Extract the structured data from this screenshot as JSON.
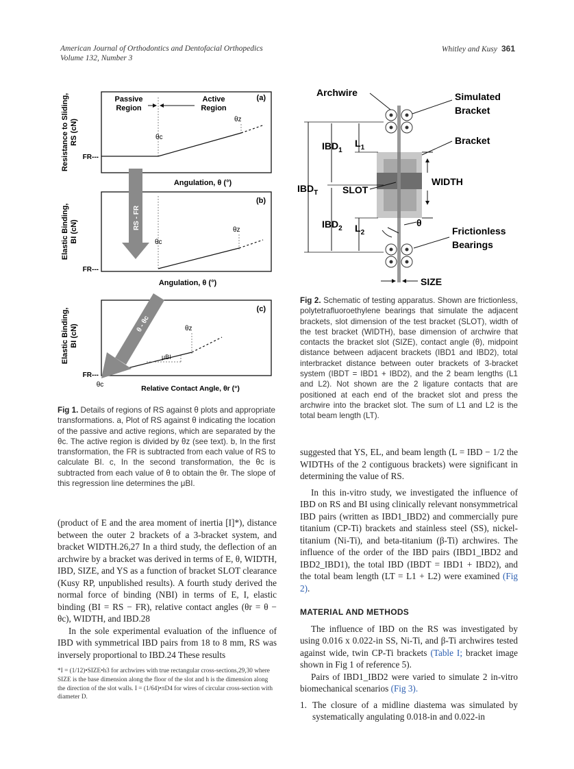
{
  "header": {
    "journal": "American Journal of Orthodontics and Dentofacial Orthopedics",
    "volume": "Volume 132, Number 3",
    "authors": "Whitley and Kusy",
    "page": "361"
  },
  "fig1": {
    "panel_a": {
      "ylabel": "Resistance to Sliding, RS (cN)",
      "passive": "Passive Region",
      "active": "Active Region",
      "tag": "(a)",
      "theta_c": "θc",
      "theta_z": "θz",
      "fr": "FR",
      "xlabel": "Angulation, θ (°)"
    },
    "panel_b": {
      "ylabel": "Elastic Binding, BI (cN)",
      "tag": "(b)",
      "theta_c": "θc",
      "theta_z": "θz",
      "fr": "FR",
      "xlabel": "Angulation, θ (°)",
      "arrow": "RS - FR"
    },
    "panel_c": {
      "ylabel": "Elastic Binding, BI (cN)",
      "tag": "(c)",
      "theta_z": "θz",
      "mu": "μBI",
      "fr": "FR",
      "theta_c": "θc",
      "xlabel": "Relative Contact Angle, θr (°)",
      "arrow": "θ - θc"
    },
    "caption": {
      "label": "Fig 1.",
      "text": " Details of regions of RS against θ plots and appropriate transformations. a, Plot of RS against θ indicating the location of the passive and active regions, which are separated by the θc. The active region is divided by θz (see text). b, In the first transformation, the FR is subtracted from each value of RS to calculate BI. c, In the second transformation, the θc is subtracted from each value of θ to obtain the θr. The slope of this regression line determines the μBI."
    }
  },
  "fig2": {
    "labels": {
      "archwire": "Archwire",
      "simulated": "Simulated",
      "bracket_word": "Bracket",
      "bracket": "Bracket",
      "width": "WIDTH",
      "ibd1": "IBD1",
      "l1": "L1",
      "ibdt": "IBDT",
      "slot": "SLOT",
      "ibd2": "IBD2",
      "l2": "L2",
      "theta": "θ",
      "frictionless": "Frictionless",
      "bearings": "Bearings",
      "size": "SIZE"
    },
    "caption": {
      "label": "Fig 2.",
      "text": " Schematic of testing apparatus. Shown are frictionless, polytetrafluoroethylene bearings that simulate the adjacent brackets, slot dimension of the test bracket (SLOT), width of the test bracket (WIDTH), base dimension of archwire that contacts the bracket slot (SIZE), contact angle (θ), midpoint distance between adjacent brackets (IBD1 and IBD2), total interbracket distance between outer brackets of 3-bracket system (IBDT = IBD1 + IBD2), and the 2 beam lengths (L1 and L2). Not shown are the 2 ligature contacts that are positioned at each end of the bracket slot and press the archwire into the bracket slot. The sum of L1 and L2 is the total beam length (LT)."
    }
  },
  "left_body": {
    "p1": "(product of E and the area moment of inertia [I]*), distance between the outer 2 brackets of a 3-bracket system, and bracket WIDTH.26,27 In a third study, the deflection of an archwire by a bracket was derived in terms of E, θ, WIDTH, IBD, SIZE, and YS as a function of bracket SLOT clearance (Kusy RP, unpublished results). A fourth study derived the normal force of binding (NBI) in terms of E, I, elastic binding (BI = RS − FR), relative contact angles (θr = θ − θc), WIDTH, and IBD.28",
    "p2": "In the sole experimental evaluation of the influence of IBD with symmetrical IBD pairs from 18 to 8 mm, RS was inversely proportional to IBD.24 These results",
    "footnote": "*I = (1/12)•SIZE•h3 for archwires with true rectangular cross-sections,29,30 where SIZE is the base dimension along the floor of the slot and h is the dimension along the direction of the slot walls. I = (1/64)•πD4 for wires of circular cross-section with diameter D."
  },
  "right_body": {
    "p1": "suggested that YS, EL, and beam length (L = IBD − 1/2 the WIDTHs of the 2 contiguous brackets) were significant in determining the value of RS.",
    "p2": "In this in-vitro study, we investigated the influence of IBD on RS and BI using clinically relevant nonsymmetrical IBD pairs (written as IBD1_IBD2) and commercially pure titanium (CP-Ti) brackets and stainless steel (SS), nickel-titanium (Ni-Ti), and beta-titanium (β-Ti) archwires. The influence of the order of the IBD pairs (IBD1_IBD2 and IBD2_IBD1), the total IBD (IBDT = IBD1 + IBD2), and the total beam length (LT = L1 + L2) were examined",
    "p2_ref": "(Fig 2)",
    "heading": "MATERIAL AND METHODS",
    "p3": "The influence of IBD on the RS was investigated by using 0.016 x 0.022-in SS, Ni-Ti, and β-Ti archwires tested against wide, twin CP-Ti brackets",
    "p3_ref": "(Table I;",
    "p3_tail": "bracket image shown in Fig 1 of reference 5).",
    "p4": "Pairs of IBD1_IBD2 were varied to simulate 2 in-vitro biomechanical scenarios",
    "p4_ref": "(Fig 3).",
    "item1_num": "1.",
    "item1": "The closure of a midline diastema was simulated by systematically angulating 0.018-in and 0.022-in"
  }
}
